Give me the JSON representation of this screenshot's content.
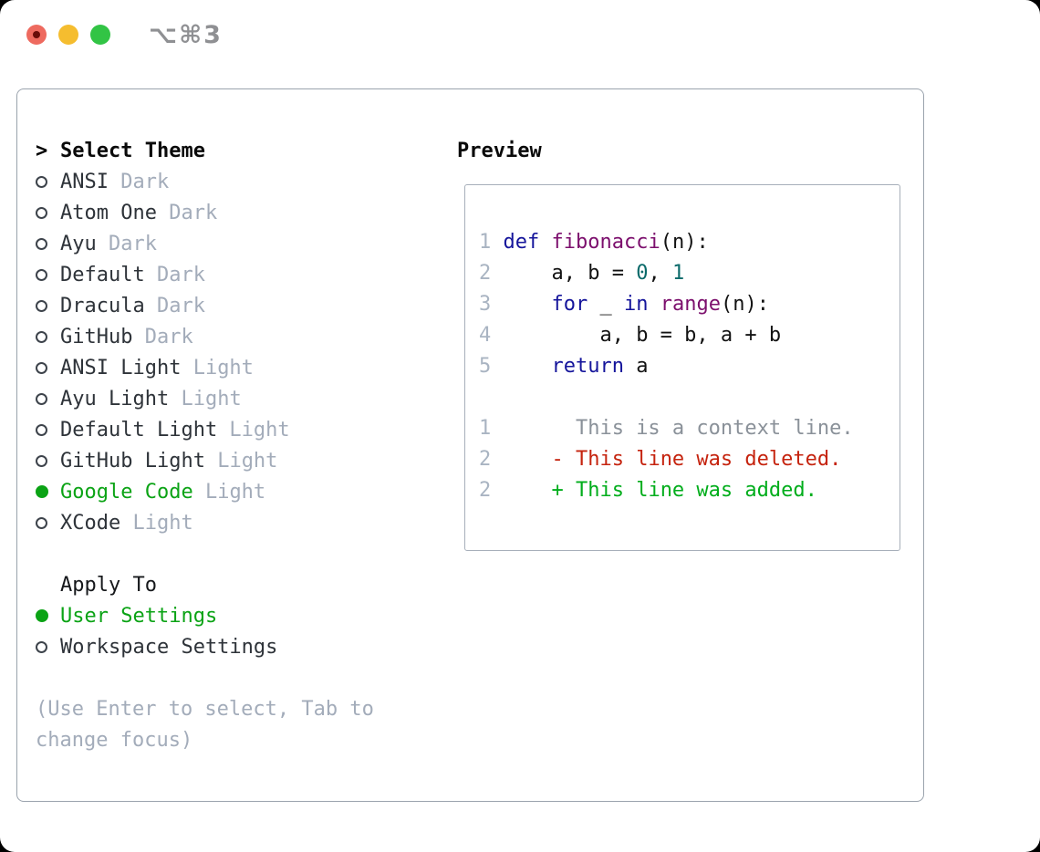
{
  "window": {
    "shortcut_label": "⌥⌘3"
  },
  "colors": {
    "selected_green": "#0ba315",
    "muted_gray": "#a3acba",
    "item_text": "#2e3339",
    "keyword_blue": "#15159b",
    "function_purple": "#7c0f6d",
    "literal_teal": "#0b6a6a",
    "line_number_gray": "#a9b4c2",
    "context_gray": "#8a9199",
    "deleted_red": "#c5230e",
    "added_green": "#00ad1b",
    "traffic_red": "#ee6a5f",
    "traffic_yellow": "#f5bd2f",
    "traffic_green": "#32c445"
  },
  "theme_menu": {
    "marker": ">",
    "title": "Select Theme",
    "items": [
      {
        "name": "ANSI",
        "variant": "Dark",
        "selected": false
      },
      {
        "name": "Atom One",
        "variant": "Dark",
        "selected": false
      },
      {
        "name": "Ayu",
        "variant": "Dark",
        "selected": false
      },
      {
        "name": "Default",
        "variant": "Dark",
        "selected": false
      },
      {
        "name": "Dracula",
        "variant": "Dark",
        "selected": false
      },
      {
        "name": "GitHub",
        "variant": "Dark",
        "selected": false
      },
      {
        "name": "ANSI Light",
        "variant": "Light",
        "selected": false
      },
      {
        "name": "Ayu Light",
        "variant": "Light",
        "selected": false
      },
      {
        "name": "Default Light",
        "variant": "Light",
        "selected": false
      },
      {
        "name": "GitHub Light",
        "variant": "Light",
        "selected": false
      },
      {
        "name": "Google Code",
        "variant": "Light",
        "selected": true
      },
      {
        "name": "XCode",
        "variant": "Light",
        "selected": false
      }
    ]
  },
  "apply_to": {
    "title": "Apply To",
    "options": [
      {
        "name": "User Settings",
        "selected": true
      },
      {
        "name": "Workspace Settings",
        "selected": false
      }
    ]
  },
  "help": {
    "lines": [
      "(Use Enter to select, Tab to",
      "change focus)"
    ]
  },
  "preview": {
    "title": "Preview",
    "lines": [
      {
        "num": "1",
        "segs": [
          [
            " ",
            "pln"
          ],
          [
            "def",
            "kwd"
          ],
          [
            " ",
            "pln"
          ],
          [
            "fibonacci",
            "typ"
          ],
          [
            "(n):",
            "pln"
          ]
        ]
      },
      {
        "num": "2",
        "segs": [
          [
            "     a, b = ",
            "pln"
          ],
          [
            "0",
            "lit"
          ],
          [
            ", ",
            "pln"
          ],
          [
            "1",
            "lit"
          ]
        ]
      },
      {
        "num": "3",
        "segs": [
          [
            "     ",
            "pln"
          ],
          [
            "for",
            "kwd"
          ],
          [
            " _ ",
            "pln"
          ],
          [
            "in",
            "kwd"
          ],
          [
            " ",
            "pln"
          ],
          [
            "range",
            "typ"
          ],
          [
            "(n):",
            "pln"
          ]
        ]
      },
      {
        "num": "4",
        "segs": [
          [
            "         a, b = b, a + b",
            "pln"
          ]
        ]
      },
      {
        "num": "5",
        "segs": [
          [
            "     ",
            "pln"
          ],
          [
            "return",
            "kwd"
          ],
          [
            " a",
            "pln"
          ]
        ]
      },
      {
        "num": "",
        "segs": []
      },
      {
        "num": "1",
        "segs": [
          [
            "       This is a context line.",
            "ctx"
          ]
        ]
      },
      {
        "num": "2",
        "segs": [
          [
            "     ",
            "pln"
          ],
          [
            "- This line was deleted.",
            "del"
          ]
        ]
      },
      {
        "num": "2",
        "segs": [
          [
            "     ",
            "pln"
          ],
          [
            "+ This line was added.",
            "add"
          ]
        ]
      }
    ]
  }
}
